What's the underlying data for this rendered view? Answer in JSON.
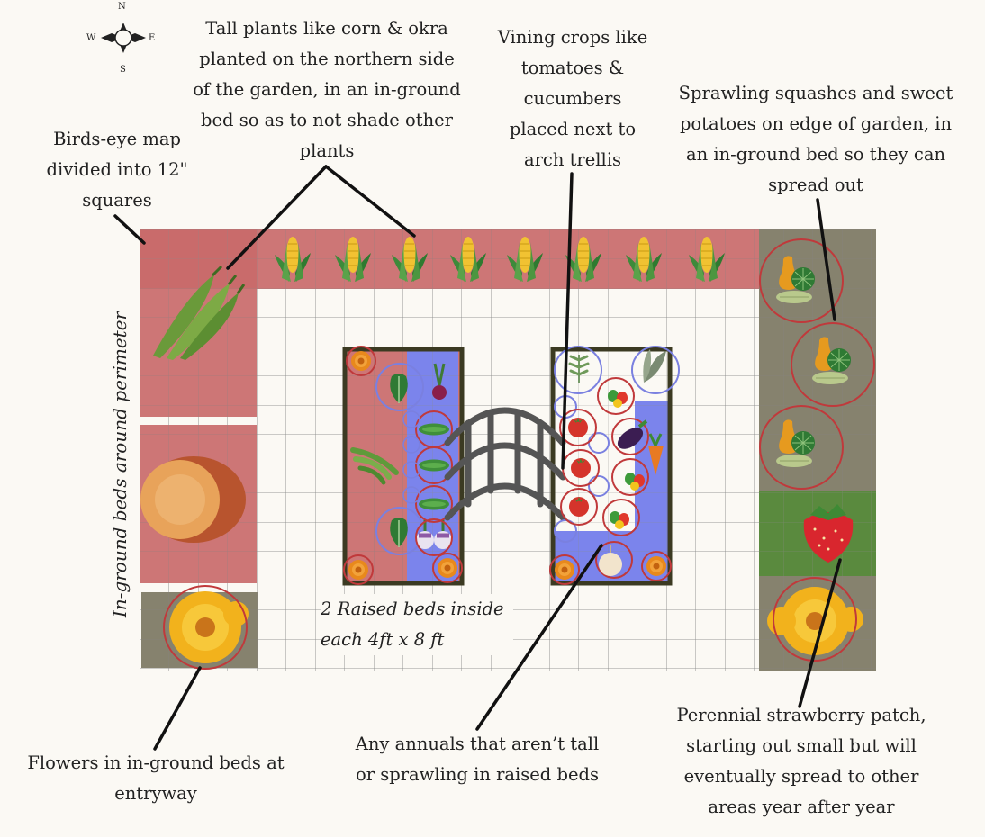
{
  "compass": {
    "n": "N",
    "s": "S",
    "e": "E",
    "w": "W"
  },
  "labels": {
    "birds_eye": "Birds-eye map divided into 12\" squares",
    "tall_plants": "Tall plants like corn & okra planted on the northern side of the garden, in an in-ground bed so as to not shade other plants",
    "vining": "Vining crops like tomatoes & cucumbers placed next to arch trellis",
    "sprawling": "Sprawling squashes and sweet potatoes on edge of garden, in an in-ground bed so they can spread out",
    "perimeter": "In-ground beds around perimeter",
    "raised_beds": "2 Raised beds inside each 4ft x 8 ft",
    "flowers": "Flowers in in-ground beds at entryway",
    "annuals": "Any annuals  that aren’t tall or sprawling in raised beds",
    "strawberry": "Perennial strawberry patch, starting out small but will eventually spread to other areas year after year"
  },
  "colors": {
    "background": "#fbf9f4",
    "inground_bed": "#c96a6a",
    "side_bed": "#7f7b66",
    "strawberry_bed": "#5a8a3e",
    "raised_bed_frame": "#3b3a22",
    "blue_zone": "#7b84ec",
    "circle_red": "#c0393b",
    "circle_blue": "#7a80e0",
    "trellis": "#555555"
  },
  "icons": [
    "compass-icon",
    "corn-icon",
    "okra-icon",
    "sweet-potato-icon",
    "sunflower-icon",
    "squash-icon",
    "strawberry-icon",
    "marigold-icon",
    "tomato-icon",
    "cucumber-icon",
    "bean-icon",
    "greens-icon",
    "beet-icon",
    "turnip-icon",
    "pepper-icon",
    "eggplant-icon",
    "carrot-icon",
    "onion-icon",
    "herb-icon",
    "trellis-icon"
  ]
}
